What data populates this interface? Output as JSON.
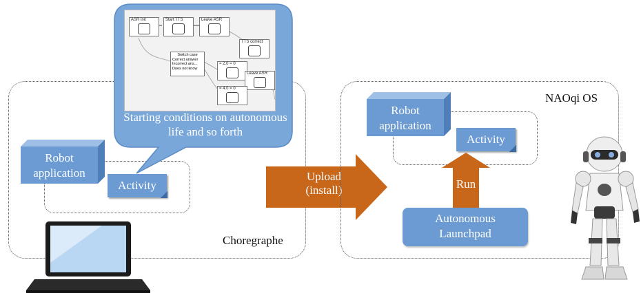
{
  "left_panel": {
    "label": "Choregraphe",
    "robot_app": "Robot application",
    "activity": "Activity"
  },
  "bubble": {
    "text": "Starting conditions on autonomous life and so forth",
    "nodes": [
      "ASR init",
      "Start TTS",
      "Leave ASR",
      "TTS correct",
      "Switch case",
      "= 2.0 =  0",
      "Leave ASR",
      "= 4.0 =  0"
    ],
    "switch_lines": [
      "Correct answer",
      "Incorrect ans...",
      "Does not know"
    ]
  },
  "arrow": {
    "line1": "Upload",
    "line2": "(install)"
  },
  "right_panel": {
    "label": "NAOqi OS",
    "robot_app": "Robot application",
    "activity": "Activity",
    "run": "Run",
    "launchpad": "Autonomous Launchpad"
  },
  "colors": {
    "box_blue": "#6b9bd2",
    "bubble_blue": "#7aa7d9",
    "arrow_orange": "#c8661a"
  }
}
